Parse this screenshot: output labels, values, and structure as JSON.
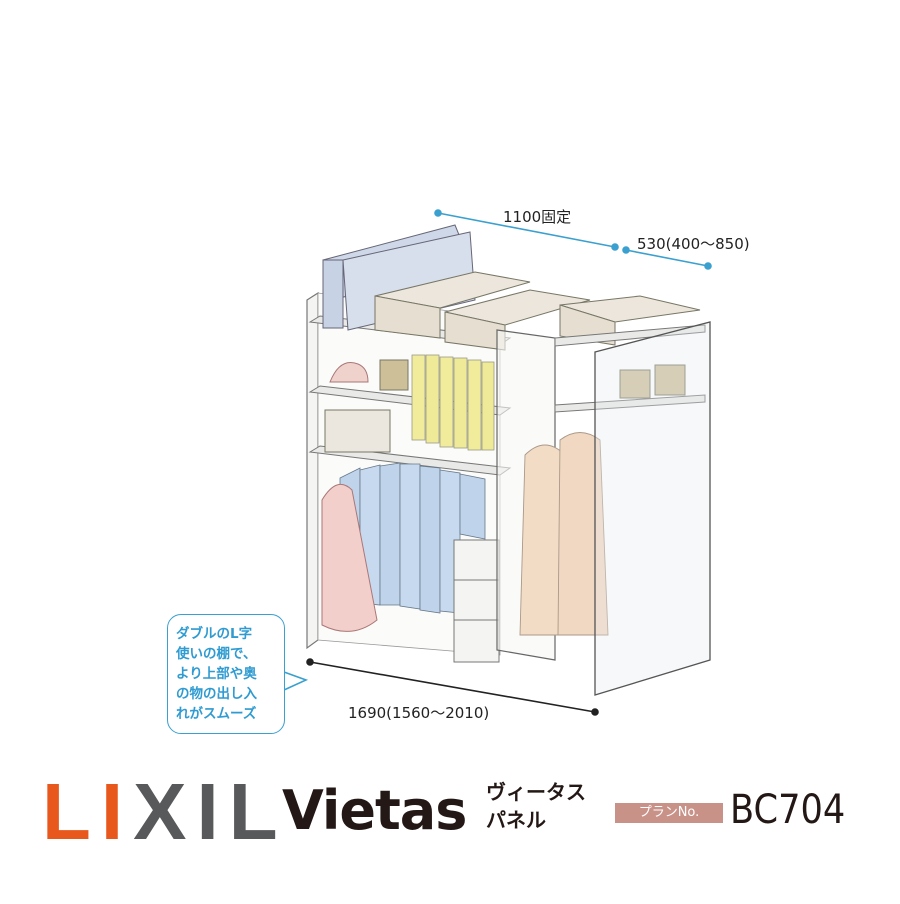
{
  "dimensions": {
    "width_label": "1100固定",
    "depth_label": "530(400〜850)",
    "length_label": "1690(1560〜2010)"
  },
  "callout": {
    "lines": [
      "ダブルのL字",
      "使いの棚で、",
      "より上部や奥",
      "の物の出し入",
      "れがスムーズ"
    ]
  },
  "brand": {
    "logo_letters": [
      "L",
      "I",
      "X",
      "I",
      "L"
    ],
    "logo_colors": [
      "#e8581c",
      "#e8581c",
      "#58595b",
      "#58595b",
      "#58595b"
    ],
    "series_name": "Vietas",
    "product_line1": "ヴィータス",
    "product_line2": "パネル",
    "plan_label": "プランNo.",
    "plan_number": "BC704"
  },
  "colors": {
    "accent_blue": "#3aa0cf",
    "plan_badge": "#c99288",
    "text_dark": "#231815"
  }
}
